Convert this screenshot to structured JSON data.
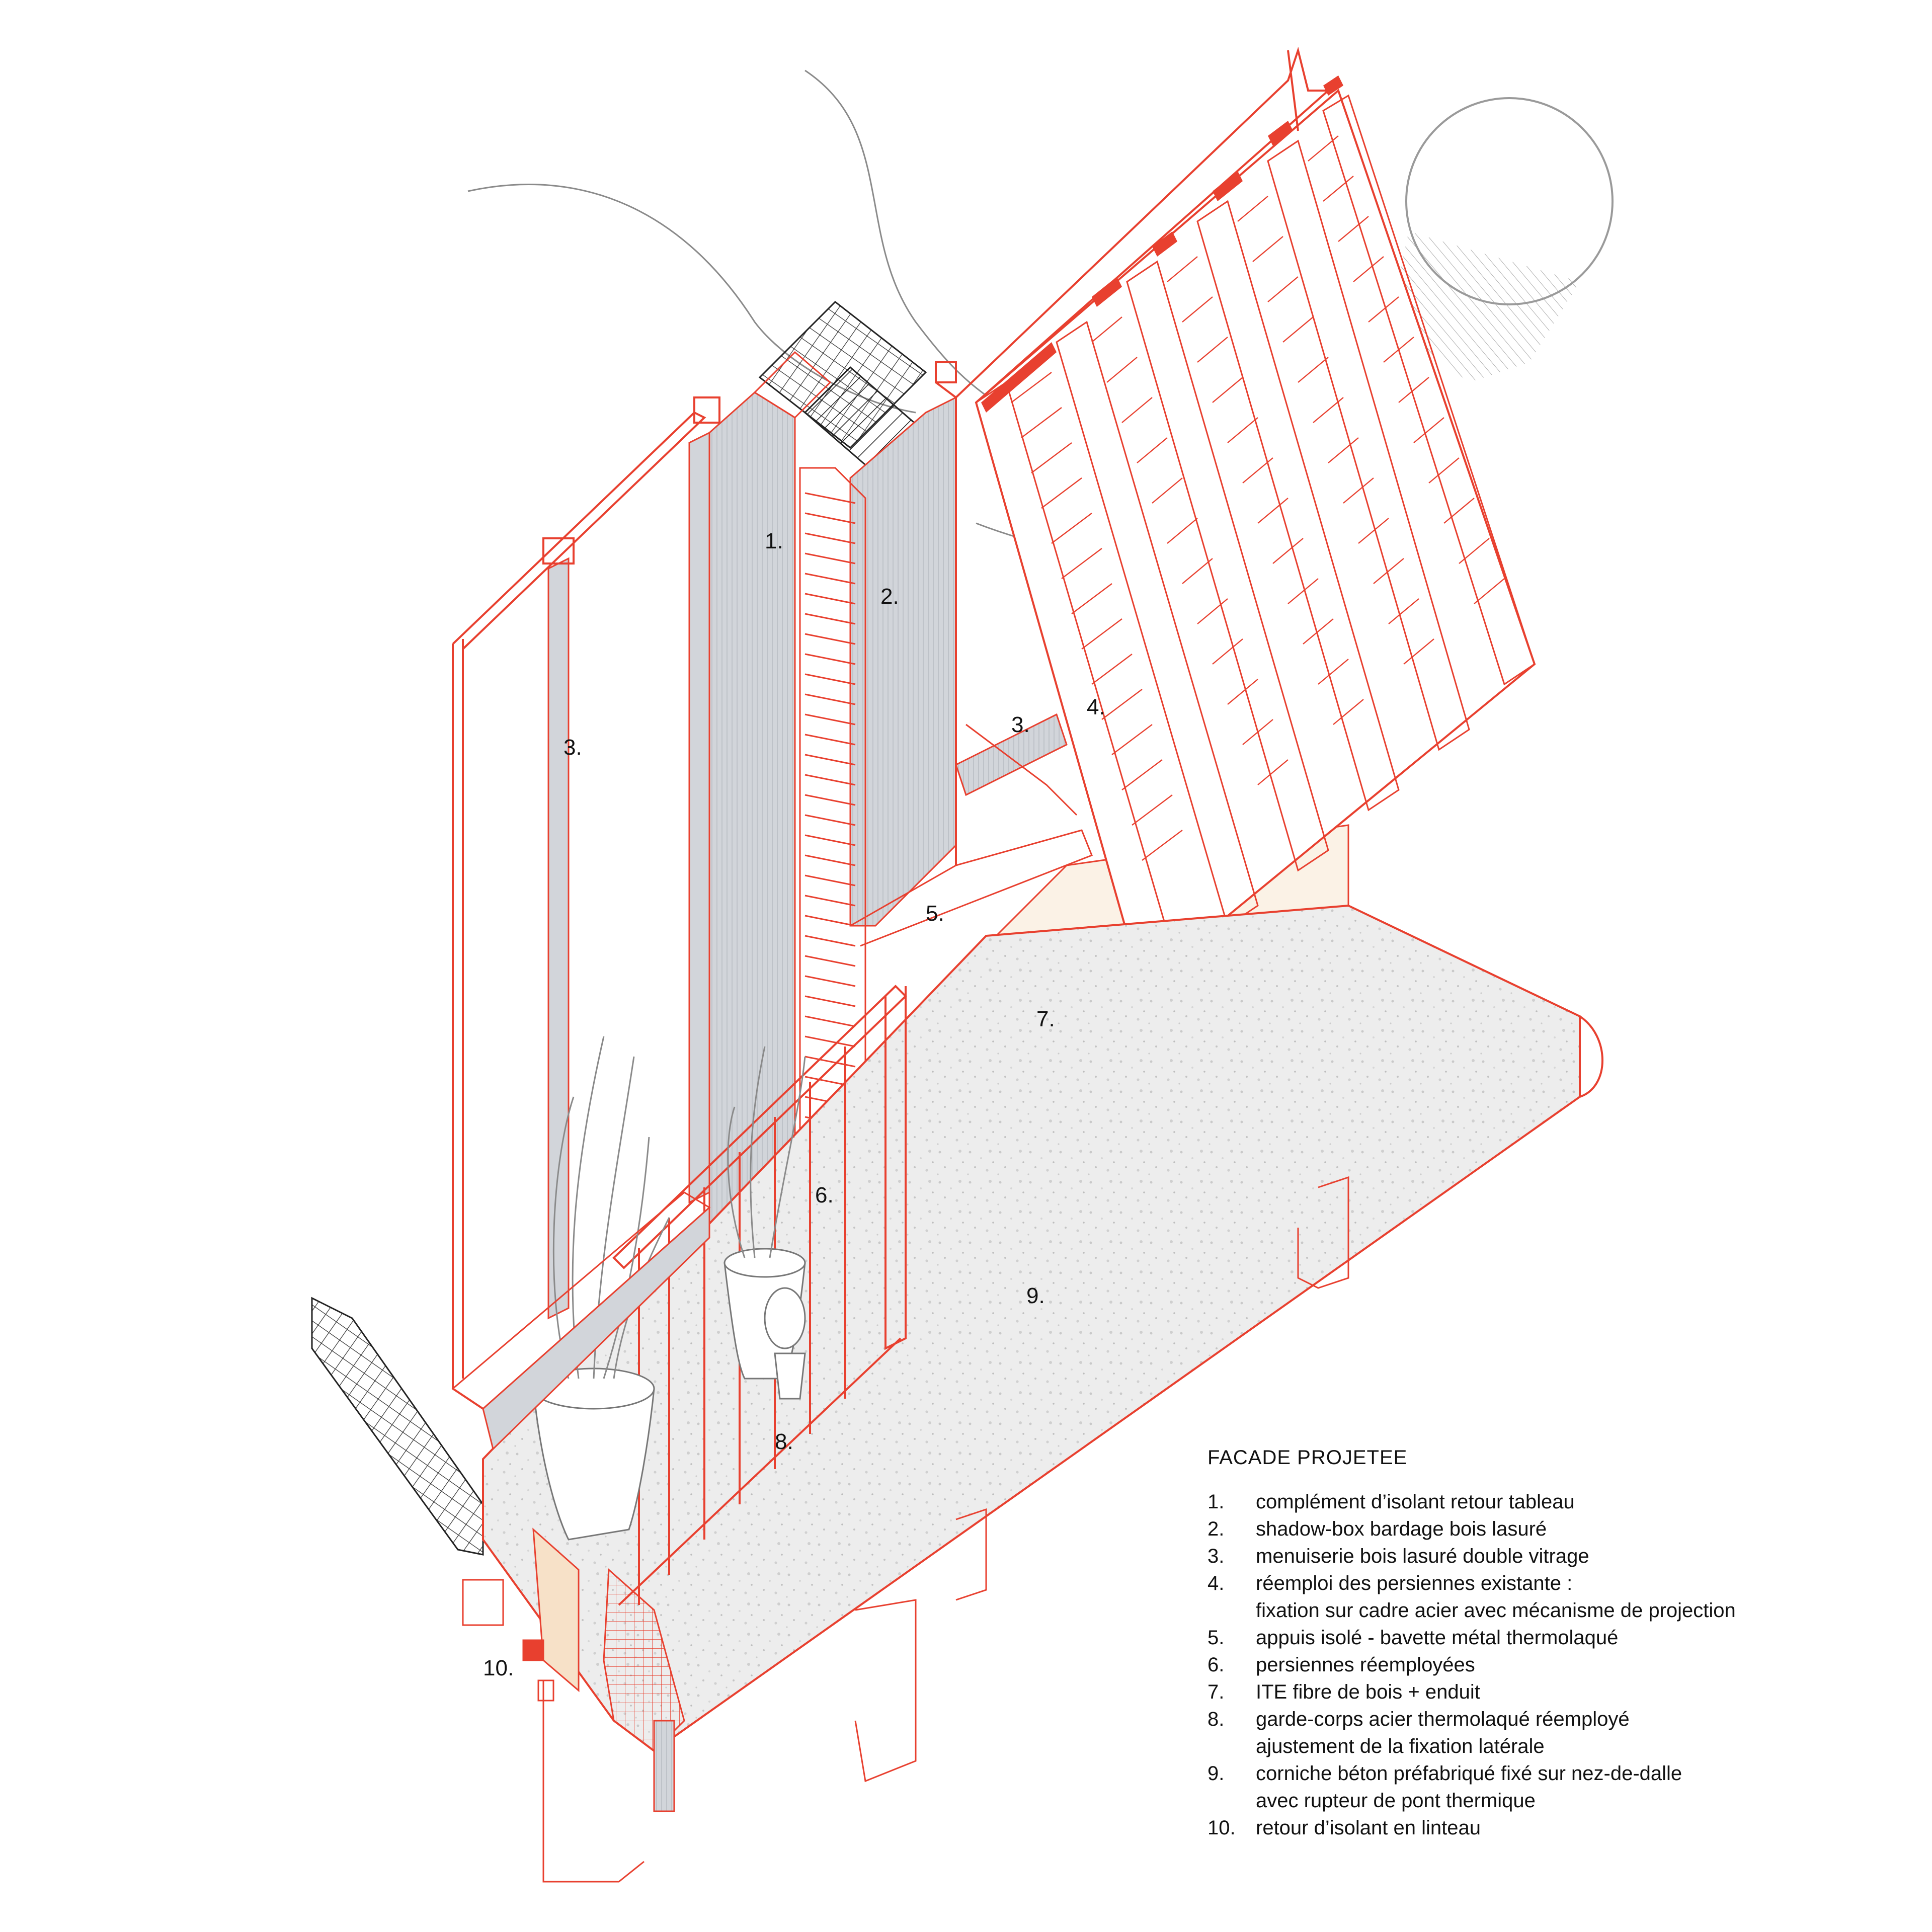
{
  "callouts": [
    {
      "id": "c1",
      "text": "1."
    },
    {
      "id": "c2",
      "text": "2."
    },
    {
      "id": "c3a",
      "text": "3."
    },
    {
      "id": "c3b",
      "text": "3."
    },
    {
      "id": "c4",
      "text": "4."
    },
    {
      "id": "c5",
      "text": "5."
    },
    {
      "id": "c6",
      "text": "6."
    },
    {
      "id": "c7",
      "text": "7."
    },
    {
      "id": "c8",
      "text": "8."
    },
    {
      "id": "c9",
      "text": "9."
    },
    {
      "id": "c10",
      "text": "10."
    }
  ],
  "legend": {
    "title": "FACADE PROJETEE",
    "items": [
      {
        "num": "1.",
        "lines": [
          "complément d’isolant retour tableau"
        ]
      },
      {
        "num": "2.",
        "lines": [
          "shadow-box bardage bois lasuré"
        ]
      },
      {
        "num": "3.",
        "lines": [
          "menuiserie bois lasuré double vitrage"
        ]
      },
      {
        "num": "4.",
        "lines": [
          "réemploi des persiennes existante :",
          "fixation sur cadre acier avec mécanisme de projection"
        ]
      },
      {
        "num": "5.",
        "lines": [
          "appuis isolé - bavette métal thermolaqué"
        ]
      },
      {
        "num": "6.",
        "lines": [
          "persiennes réemployées"
        ]
      },
      {
        "num": "7.",
        "lines": [
          "ITE fibre de bois + enduit"
        ]
      },
      {
        "num": "8.",
        "lines": [
          "garde-corps acier thermolaqué réemployé",
          "ajustement de la fixation latérale"
        ]
      },
      {
        "num": "9.",
        "lines": [
          "corniche béton préfabriqué fixé sur nez-de-dalle",
          "avec rupteur de pont thermique"
        ]
      },
      {
        "num": "10.",
        "lines": [
          "retour d’isolant en linteau"
        ]
      }
    ]
  },
  "colors": {
    "line_red": "#e8402f",
    "glass_grey": "#d2d5da",
    "render_beige": "#fbf2e6",
    "terrazzo": "#ededed",
    "ink": "#111111",
    "pencil_grey": "#8a8a8a"
  }
}
